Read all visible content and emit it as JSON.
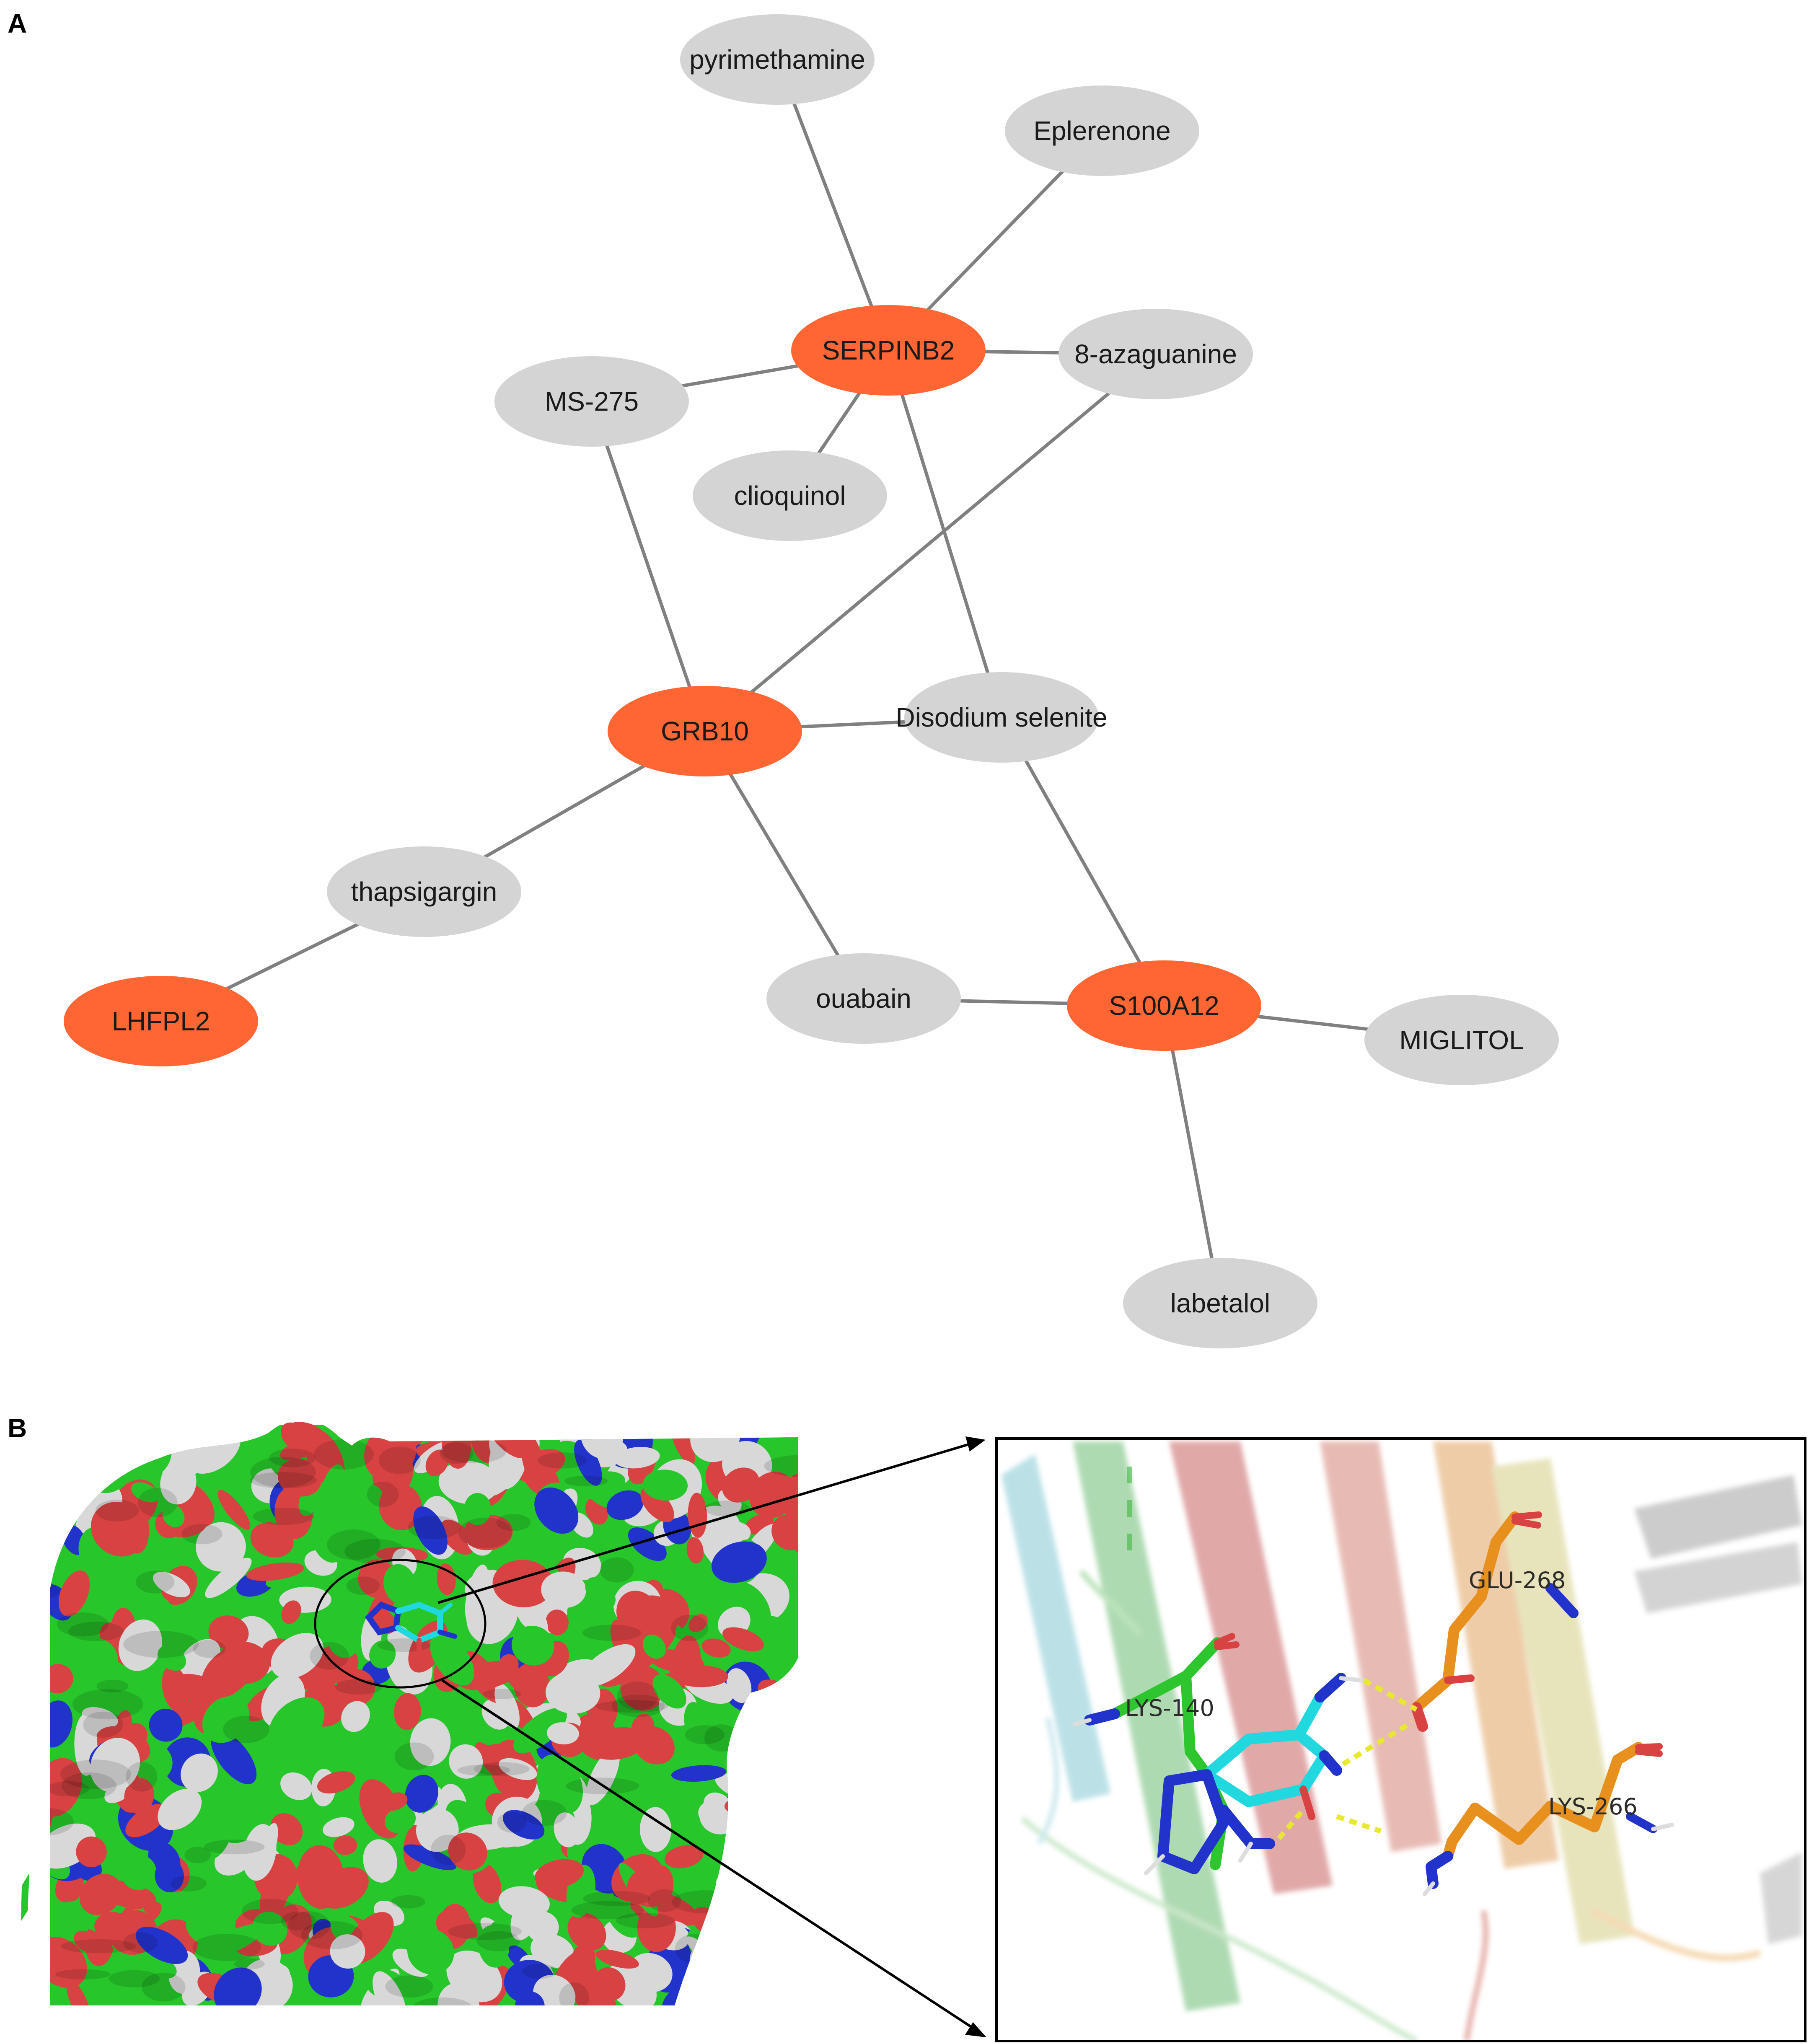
{
  "panels": {
    "a": "A",
    "b": "B"
  },
  "colors": {
    "gene_node": "#FF6633",
    "drug_node": "#D4D4D4",
    "edge": "#808080",
    "text": "#1a1a1a",
    "surface_carbon": "#27C62A",
    "surface_oxygen": "#D94242",
    "surface_nitrogen": "#2233CC",
    "surface_neutral": "#D8D8D8",
    "ligand_carbon": "#20D8DD",
    "lys140_carbon": "#2EC62E",
    "residue_carbon": "#E8901E",
    "hbond": "#E8E830"
  },
  "network": {
    "nodes": [
      {
        "id": "pyrimethamine",
        "label": "pyrimethamine",
        "kind": "drug"
      },
      {
        "id": "eplerenone",
        "label": "Eplerenone",
        "kind": "drug"
      },
      {
        "id": "serpinb2",
        "label": "SERPINB2",
        "kind": "gene"
      },
      {
        "id": "azaguanine",
        "label": "8-azaguanine",
        "kind": "drug"
      },
      {
        "id": "ms275",
        "label": "MS-275",
        "kind": "drug"
      },
      {
        "id": "clioquinol",
        "label": "clioquinol",
        "kind": "drug"
      },
      {
        "id": "grb10",
        "label": "GRB10",
        "kind": "gene"
      },
      {
        "id": "selenite",
        "label": "Disodium selenite",
        "kind": "drug"
      },
      {
        "id": "thapsigargin",
        "label": "thapsigargin",
        "kind": "drug"
      },
      {
        "id": "lhfpl2",
        "label": "LHFPL2",
        "kind": "gene"
      },
      {
        "id": "ouabain",
        "label": "ouabain",
        "kind": "drug"
      },
      {
        "id": "s100a12",
        "label": "S100A12",
        "kind": "gene"
      },
      {
        "id": "miglitol",
        "label": "MIGLITOL",
        "kind": "drug"
      },
      {
        "id": "labetalol",
        "label": "labetalol",
        "kind": "drug"
      }
    ],
    "edges": [
      [
        "serpinb2",
        "pyrimethamine"
      ],
      [
        "serpinb2",
        "eplerenone"
      ],
      [
        "serpinb2",
        "azaguanine"
      ],
      [
        "serpinb2",
        "ms275"
      ],
      [
        "serpinb2",
        "clioquinol"
      ],
      [
        "serpinb2",
        "selenite"
      ],
      [
        "grb10",
        "ms275"
      ],
      [
        "grb10",
        "azaguanine"
      ],
      [
        "grb10",
        "selenite"
      ],
      [
        "grb10",
        "thapsigargin"
      ],
      [
        "grb10",
        "ouabain"
      ],
      [
        "lhfpl2",
        "thapsigargin"
      ],
      [
        "s100a12",
        "selenite"
      ],
      [
        "s100a12",
        "ouabain"
      ],
      [
        "s100a12",
        "miglitol"
      ],
      [
        "s100a12",
        "labetalol"
      ]
    ]
  },
  "docking": {
    "residues": [
      {
        "id": "lys140",
        "label": "LYS-140"
      },
      {
        "id": "glu268",
        "label": "GLU-268"
      },
      {
        "id": "lys266",
        "label": "LYS-266"
      }
    ]
  }
}
